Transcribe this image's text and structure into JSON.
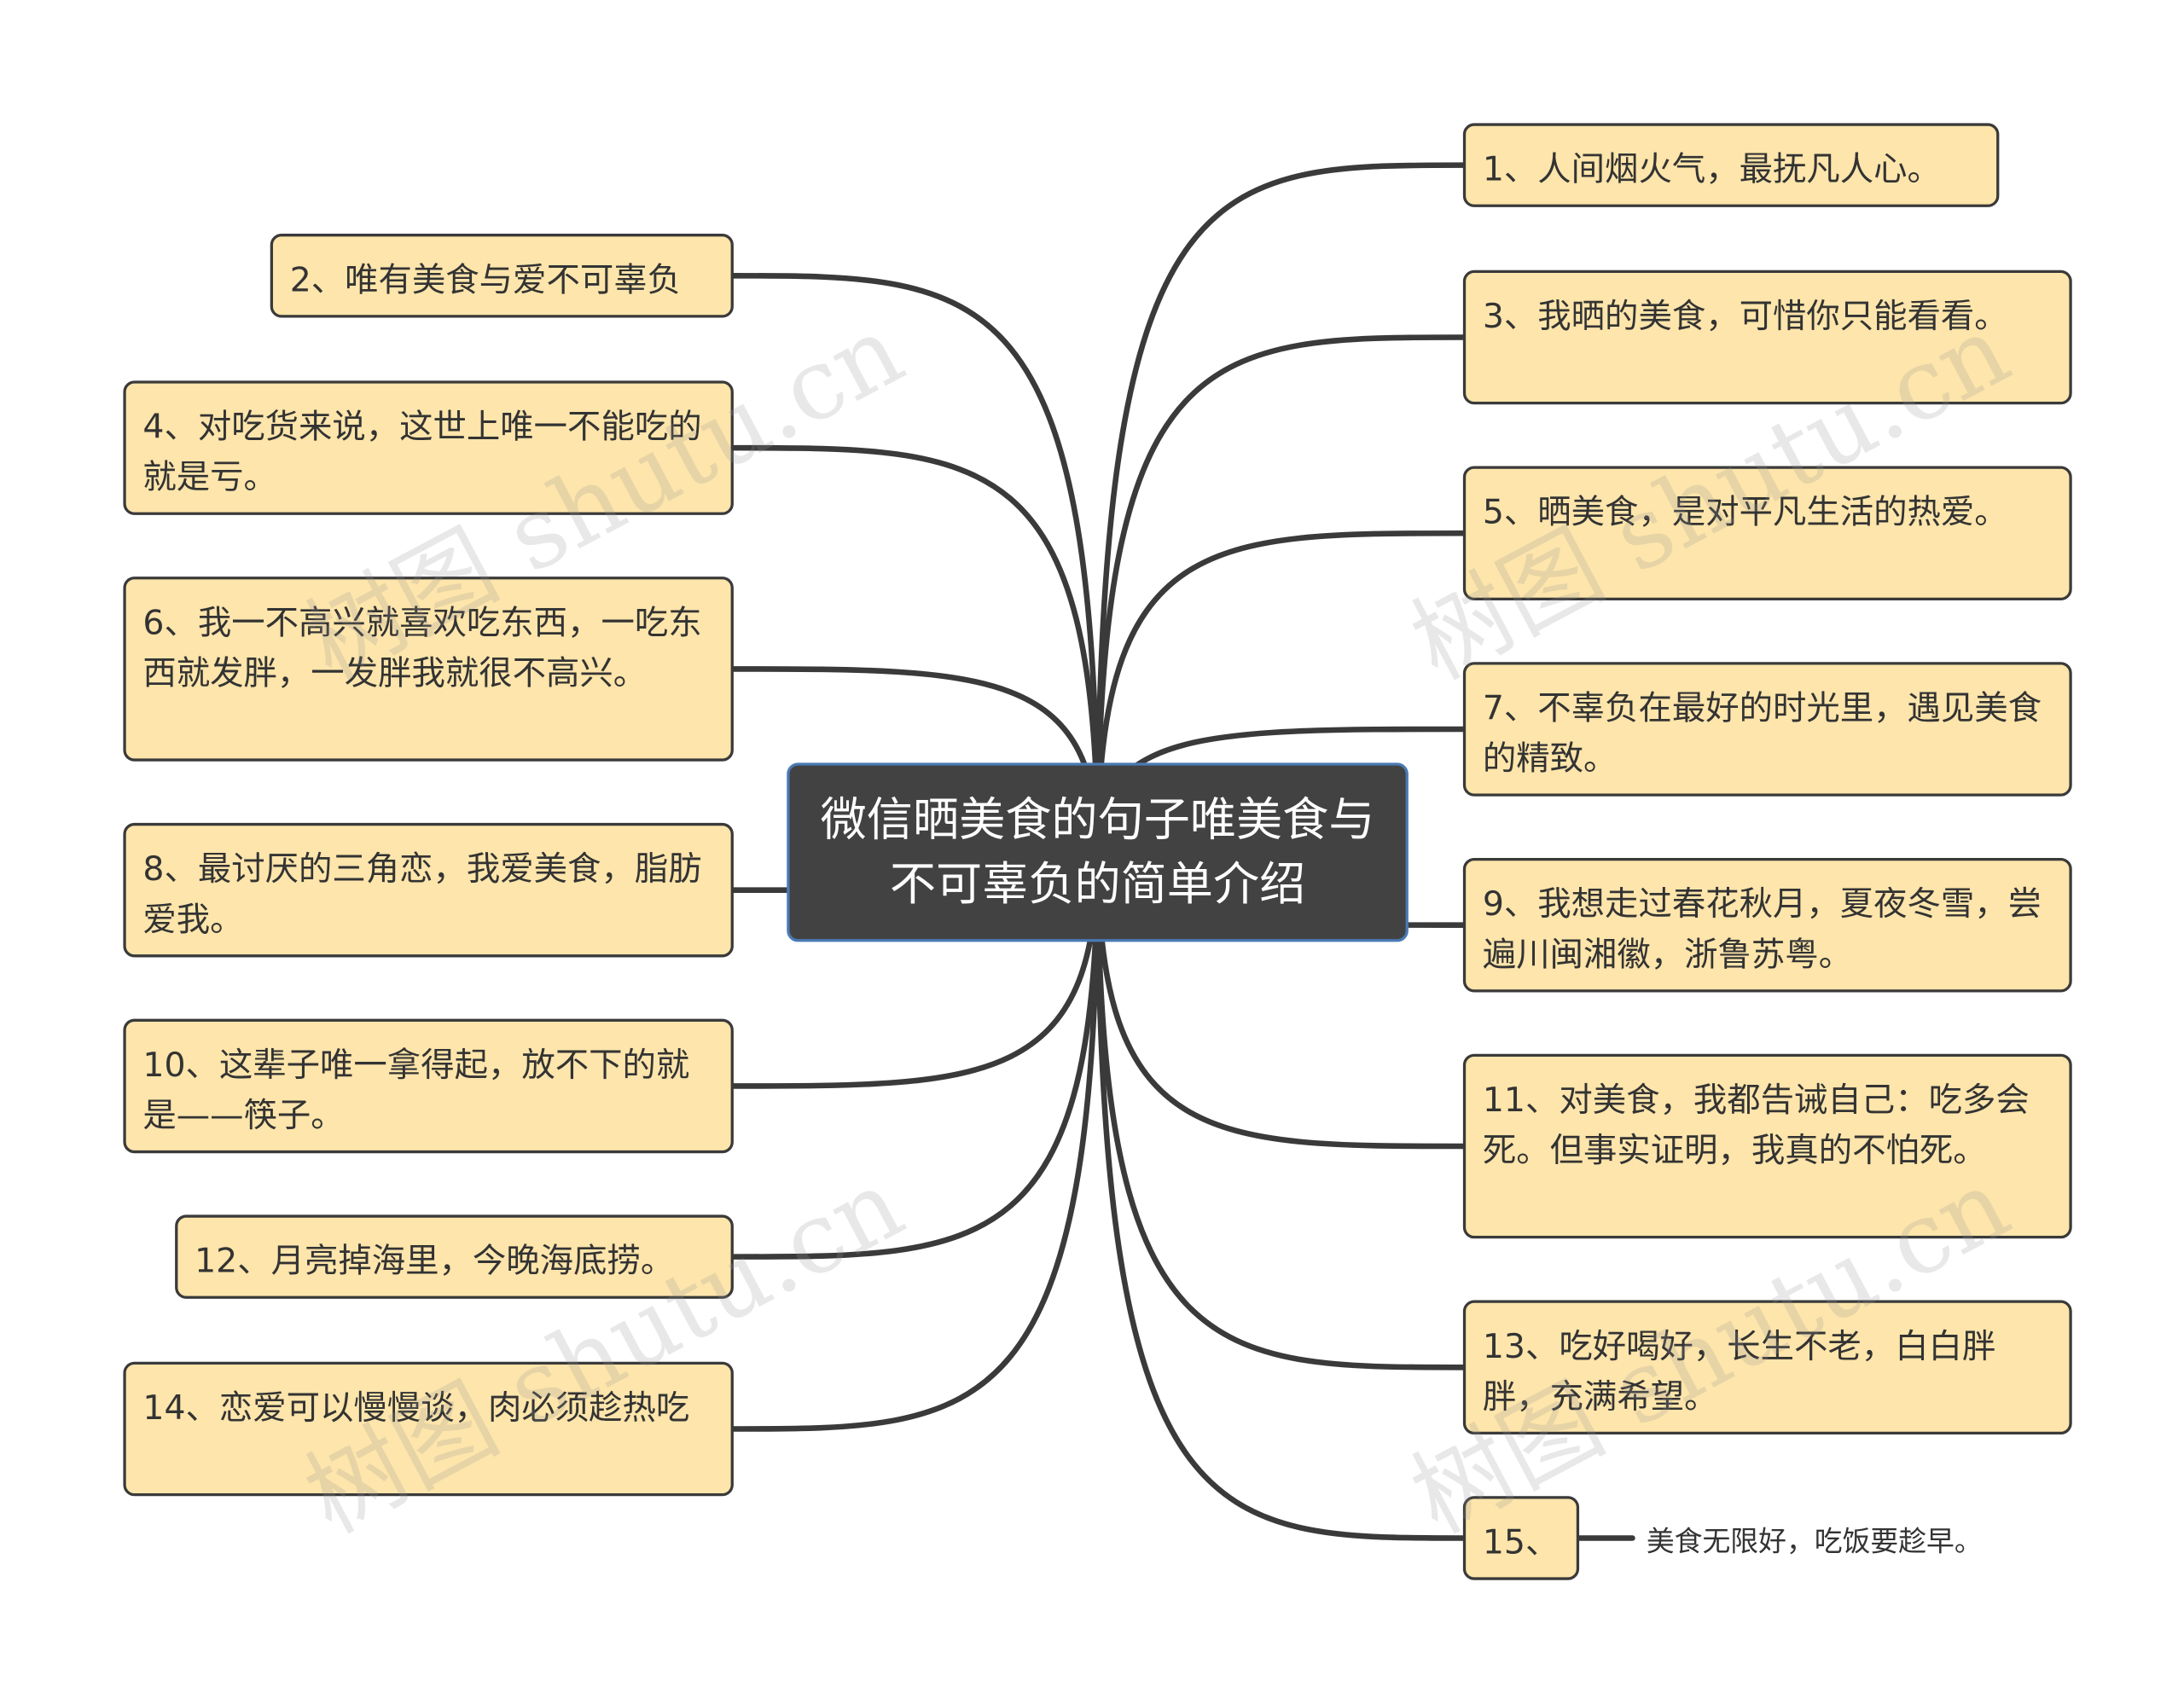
{
  "title": "微信晒美食的句子唯美食与不可辜负的简单介绍",
  "left": [
    {
      "id": "n2",
      "text": "2、唯有美食与爱不可辜负"
    },
    {
      "id": "n4",
      "text": "4、对吃货来说，这世上唯一不能吃的就是亏。"
    },
    {
      "id": "n6",
      "text": "6、我一不高兴就喜欢吃东西，一吃东西就发胖，一发胖我就很不高兴。"
    },
    {
      "id": "n8",
      "text": "8、最讨厌的三角恋，我爱美食，脂肪爱我。"
    },
    {
      "id": "n10",
      "text": "10、这辈子唯一拿得起，放不下的就是——筷子。"
    },
    {
      "id": "n12",
      "text": "12、月亮掉海里，今晚海底捞。"
    },
    {
      "id": "n14",
      "text": "14、恋爱可以慢慢谈，肉必须趁热吃"
    }
  ],
  "right": [
    {
      "id": "n1",
      "text": "1、人间烟火气，最抚凡人心。"
    },
    {
      "id": "n3",
      "text": "3、我晒的美食，可惜你只能看看。"
    },
    {
      "id": "n5",
      "text": "5、晒美食，是对平凡生活的热爱。"
    },
    {
      "id": "n7",
      "text": "7、不辜负在最好的时光里，遇见美食的精致。"
    },
    {
      "id": "n9",
      "text": "9、我想走过春花秋月，夏夜冬雪，尝遍川闽湘徽，浙鲁苏粤。"
    },
    {
      "id": "n11",
      "text": "11、对美食，我都告诫自己：吃多会死。但事实证明，我真的不怕死。"
    },
    {
      "id": "n13",
      "text": "13、吃好喝好，长生不老，白白胖胖，充满希望。"
    },
    {
      "id": "n15",
      "text": "15、"
    }
  ],
  "n15_child": "美食无限好，吃饭要趁早。",
  "watermark": "树图 shutu.cn",
  "colors": {
    "node_fill": "#fde5ab",
    "node_border": "#3a3a3a",
    "root_fill": "#424242",
    "root_border": "#4a7ab5",
    "link": "#3a3a3a"
  }
}
